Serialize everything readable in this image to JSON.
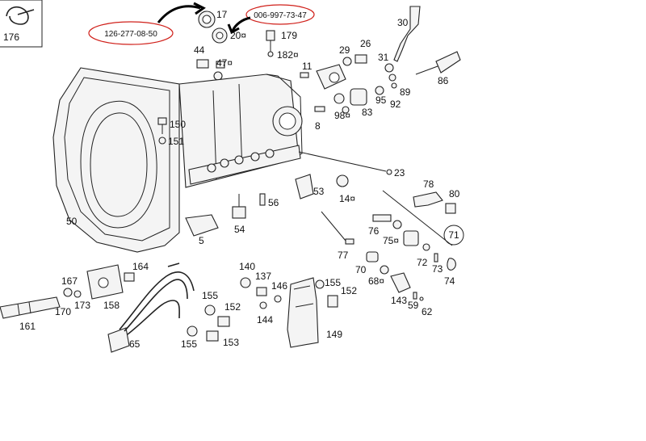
{
  "part_numbers": {
    "left": "126-277-08-50",
    "right": "006-997-73-47"
  },
  "callouts": [
    "176",
    "17",
    "20¤",
    "179",
    "182¤",
    "30",
    "44",
    "47¤",
    "29",
    "26",
    "11",
    "31",
    "86",
    "89",
    "92",
    "95",
    "83",
    "98¤",
    "8",
    "150",
    "151",
    "23",
    "78",
    "80",
    "53",
    "14¤",
    "56",
    "50",
    "54",
    "5",
    "76",
    "75¤",
    "71",
    "77",
    "72",
    "73",
    "74",
    "70",
    "68¤",
    "140",
    "137",
    "146",
    "155",
    "152",
    "164",
    "167",
    "170",
    "173",
    "158",
    "161",
    "144",
    "149",
    "143",
    "59",
    "62",
    "65",
    "153"
  ],
  "colors": {
    "accent": "#d0201a",
    "ink": "#222222"
  }
}
